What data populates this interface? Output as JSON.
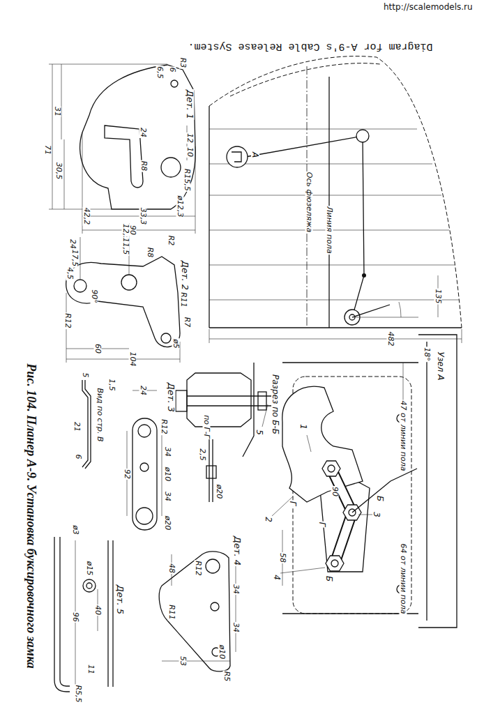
{
  "diagram": {
    "title": "Diagram for A-9's Cable Release System.",
    "caption": "Рис. 104. Планер А-9. Установка буксировочного замка",
    "nodes": [
      {
        "text": [
          "http://scalemodels.ru"
        ]
      }
    ],
    "labels": [
      "Дет. 1",
      "R3",
      "6",
      "6,5",
      "12",
      "10",
      "R15,5",
      "ø12,3",
      "71",
      "31",
      "30,5",
      "24",
      "R8",
      "42,2",
      "33,3",
      "90",
      "Дет. 2",
      "12,5",
      "11,5",
      "24",
      "17,5",
      "4,5",
      "R2",
      "R8",
      "90°",
      "R12",
      "R11",
      "R7",
      "ø5",
      "60",
      "104",
      "Дет. 3",
      "Вид по стр. В",
      "1,5",
      "24",
      "R12",
      "34",
      "ø10",
      "34",
      "92",
      "ø20",
      "21",
      "6",
      "5",
      "Дет. 4",
      "R12",
      "48",
      "34",
      "34",
      "R11",
      "53",
      "ø10",
      "R5",
      "по Г-Г",
      "2,5",
      "ø20",
      "Дет. 5",
      "ø3",
      "ø15",
      "40",
      "96",
      "11",
      "R5,5",
      "Ось фюзеляжа",
      "Линия пола",
      "482",
      "135",
      "18°",
      "А",
      "Разрез по Б-Б",
      "Узел А",
      "47 от линии пола",
      "64 от линии пола",
      "58",
      "1",
      "2",
      "3",
      "4",
      "5",
      "Б",
      "Б",
      "Г",
      "Г",
      "90"
    ]
  }
}
